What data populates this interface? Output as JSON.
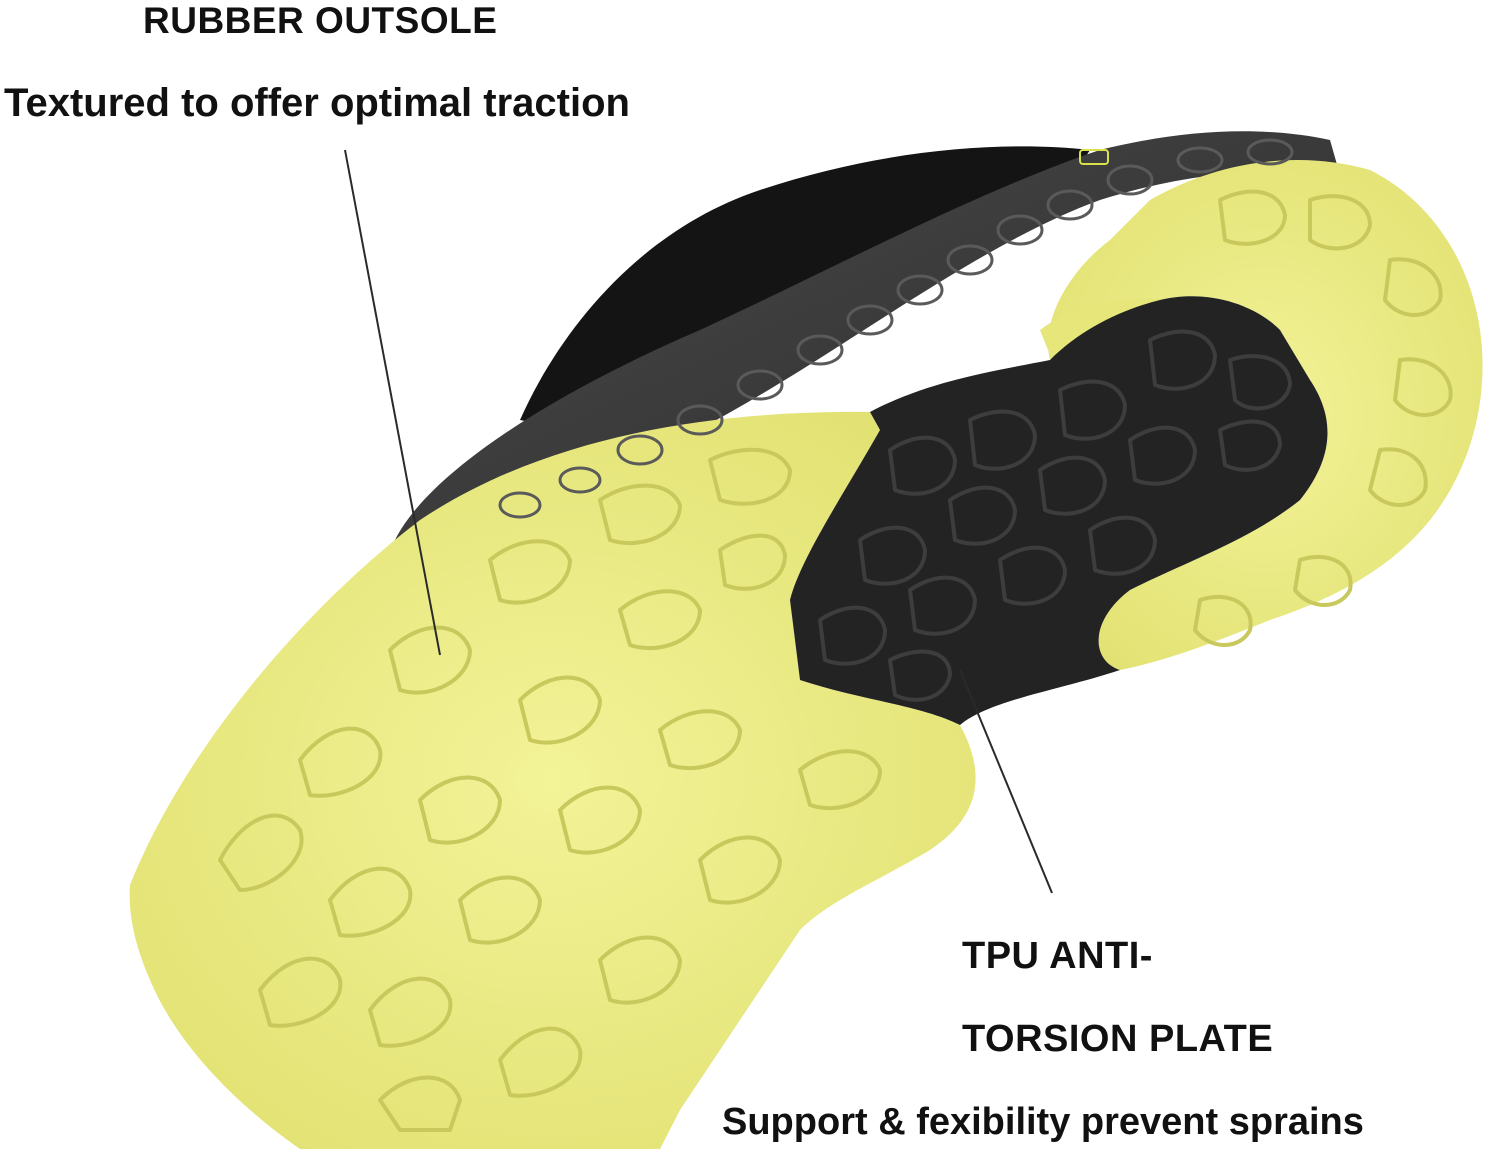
{
  "callouts": {
    "outsole": {
      "title": "RUBBER OUTSOLE",
      "description": "Textured to offer optimal traction"
    },
    "tpu_plate": {
      "title_line1": "TPU ANTI-",
      "title_line2": "TORSION PLATE",
      "description": "Support & fexibility prevent sprains"
    }
  },
  "colors": {
    "outsole_yellow": "#efef86",
    "outsole_shadow": "#c9c95a",
    "sole_black": "#222222",
    "midsole_gray": "#3c3c3c",
    "upper_mesh": "#1a1a1a",
    "leader_line": "#222222"
  },
  "image": {
    "subject": "shoe-sole-photo"
  }
}
